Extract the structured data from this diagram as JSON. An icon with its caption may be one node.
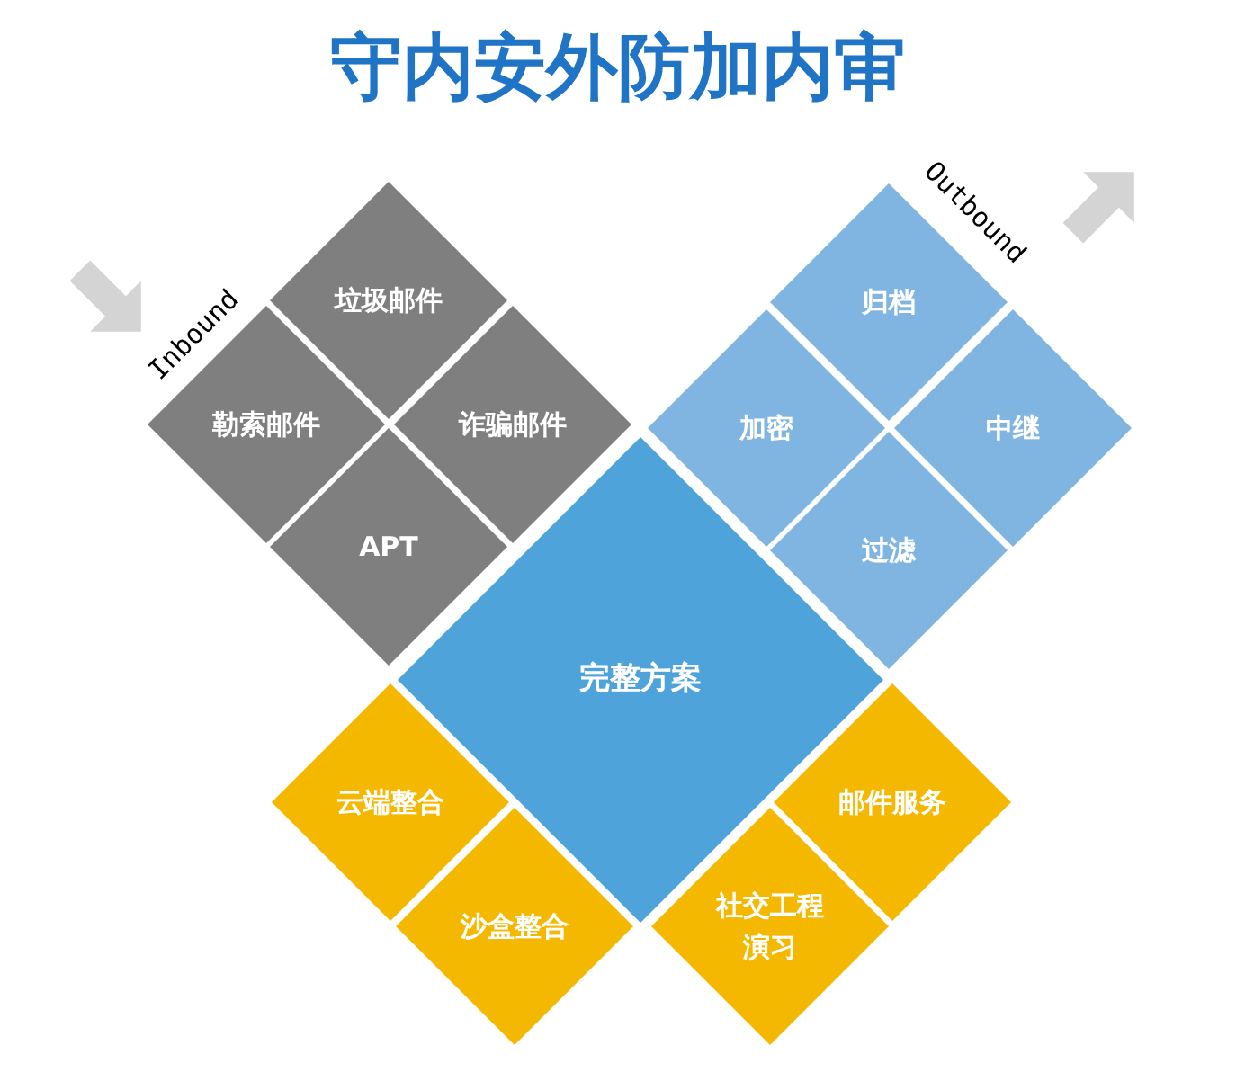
{
  "diagram": {
    "title": "守内安外防加内审",
    "nodes": [
      {
        "text": [
          "垃圾邮件"
        ]
      },
      {
        "text": [
          "勒索邮件"
        ]
      },
      {
        "text": [
          "诈骗邮件"
        ]
      },
      {
        "text": [
          "APT"
        ]
      },
      {
        "text": [
          "归档"
        ]
      },
      {
        "text": [
          "加密"
        ]
      },
      {
        "text": [
          "中继"
        ]
      },
      {
        "text": [
          "过滤"
        ]
      },
      {
        "text": [
          "完整方案"
        ]
      },
      {
        "text": [
          "云端整合"
        ]
      },
      {
        "text": [
          "邮件服务"
        ]
      },
      {
        "text": [
          "沙盒整合"
        ]
      },
      {
        "text": [
          "社交工程演习"
        ]
      }
    ],
    "labels": [
      "Inbound",
      "Outbound"
    ]
  }
}
